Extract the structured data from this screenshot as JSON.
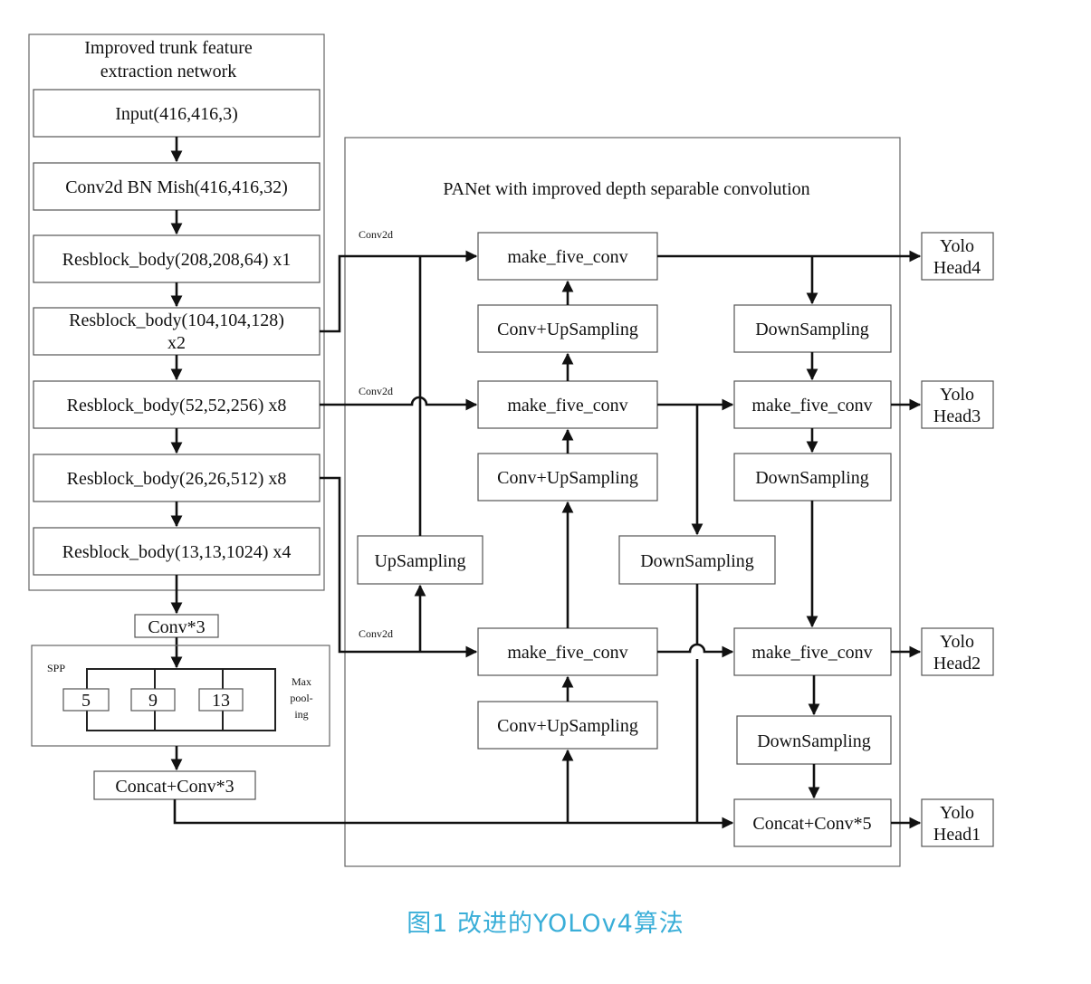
{
  "trunk": {
    "title_line1": "Improved trunk feature",
    "title_line2": "extraction network",
    "input": "Input(416,416,3)",
    "conv": "Conv2d  BN  Mish(416,416,32)",
    "res1": "Resblock_body(208,208,64) x1",
    "res2_line1": "Resblock_body(104,104,128)",
    "res2_line2": "x2",
    "res3": "Resblock_body(52,52,256) x8",
    "res4": "Resblock_body(26,26,512) x8",
    "res5": "Resblock_body(13,13,1024) x4",
    "conv3": "Conv*3"
  },
  "spp": {
    "label": "SPP",
    "k1": "5",
    "k2": "9",
    "k3": "13",
    "side_line1": "Max",
    "side_line2": "pool-",
    "side_line3": "ing",
    "concat": "Concat+Conv*3"
  },
  "panet": {
    "title": "PANet with improved depth separable convolution",
    "conv2d_label": "Conv2d",
    "make_five_conv": "make_five_conv",
    "conv_upsampling": "Conv+UpSampling",
    "upsampling": "UpSampling",
    "downsampling": "DownSampling",
    "concat_conv5": "Concat+Conv*5"
  },
  "heads": {
    "yolo": "Yolo",
    "head4": "Head4",
    "head3": "Head3",
    "head2": "Head2",
    "head1": "Head1"
  },
  "caption": "图1 改进的YOLOv4算法"
}
